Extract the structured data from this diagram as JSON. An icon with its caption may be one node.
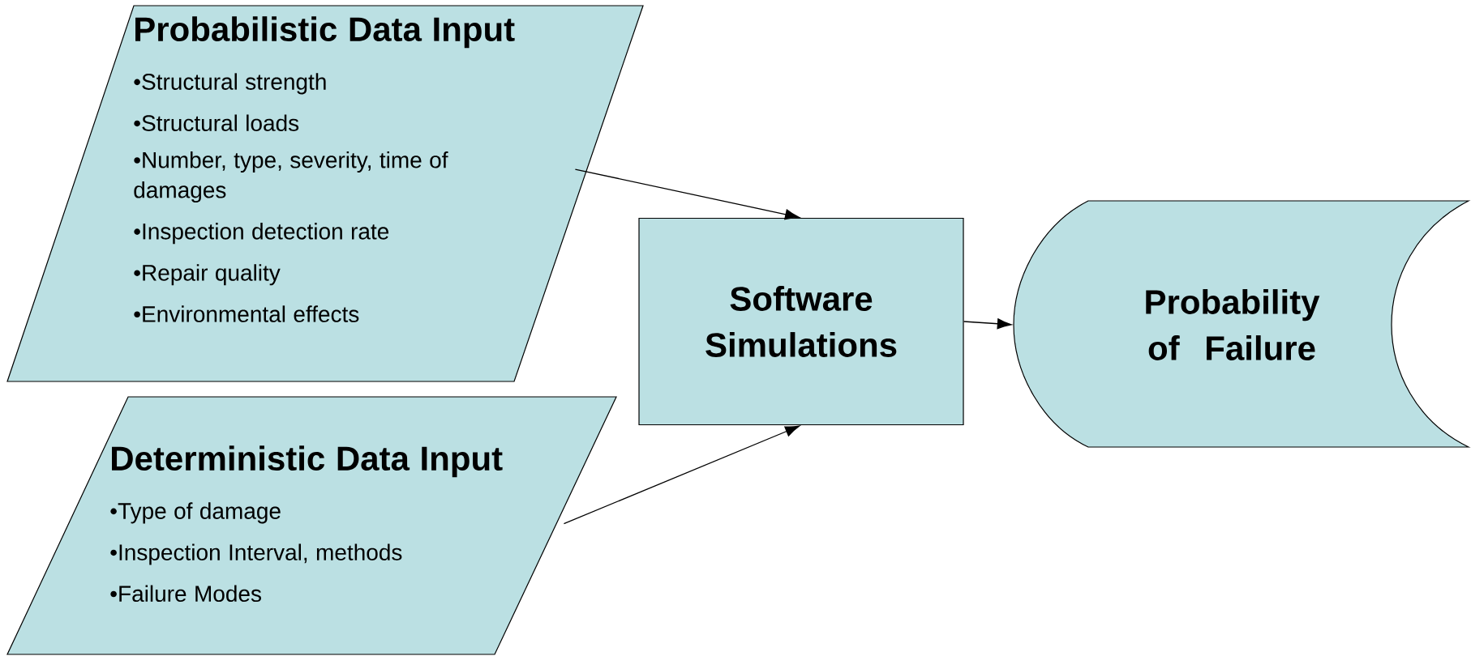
{
  "diagram": {
    "nodes": [
      {
        "text": [
          "Probabilistic Data Input",
          "•Structural strength",
          "•Structural loads",
          "•Number, type, severity, time of damages",
          "•Inspection detection rate",
          "•Repair quality",
          "•Environmental effects"
        ]
      },
      {
        "text": [
          "Deterministic Data Input",
          "•Type of damage",
          "•Inspection Interval, methods",
          "•Failure Modes"
        ]
      },
      {
        "text": [
          "Software Simulations"
        ]
      },
      {
        "text": [
          "Probability of Failure"
        ]
      }
    ],
    "edges": [
      {
        "from": 0,
        "to": 2,
        "arrow": "to"
      },
      {
        "from": 1,
        "to": 2,
        "arrow": "to"
      },
      {
        "from": 2,
        "to": 3,
        "arrow": "to"
      }
    ]
  }
}
